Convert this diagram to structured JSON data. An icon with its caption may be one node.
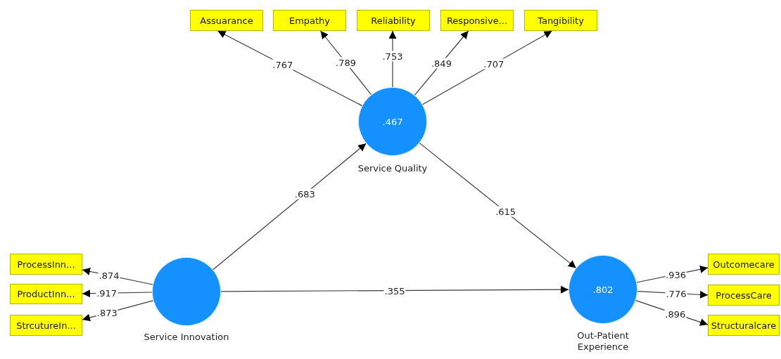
{
  "diagram": {
    "nodes": [
      {
        "text": [
          "Assuarance"
        ]
      },
      {
        "text": [
          "Empathy"
        ]
      },
      {
        "text": [
          "Reliability"
        ]
      },
      {
        "text": [
          "Responsive..."
        ]
      },
      {
        "text": [
          "Tangibility"
        ]
      },
      {
        "text": [
          ".467"
        ],
        "beside": [
          "Service Quality"
        ]
      },
      {
        "text": [
          "ProcessInn..."
        ]
      },
      {
        "text": [
          "ProductInn..."
        ]
      },
      {
        "text": [
          "StrcutureIn..."
        ]
      },
      {
        "text": [],
        "shape": "circle",
        "beside": [
          "Service Innovation"
        ]
      },
      {
        "text": [
          ".802"
        ],
        "beside": [
          "Out-Patient Experience"
        ]
      },
      {
        "text": [
          "Outcomecare"
        ]
      },
      {
        "text": [
          "ProcessCare"
        ]
      },
      {
        "text": [
          "Structuralcare"
        ]
      }
    ],
    "edges": [
      {
        "from": 5,
        "to": 0,
        "arrow": "to",
        "label": ".767"
      },
      {
        "from": 5,
        "to": 1,
        "arrow": "to",
        "label": ".789"
      },
      {
        "from": 5,
        "to": 2,
        "arrow": "to",
        "label": ".753"
      },
      {
        "from": 5,
        "to": 3,
        "arrow": "to",
        "label": ".849"
      },
      {
        "from": 5,
        "to": 4,
        "arrow": "to",
        "label": ".707"
      },
      {
        "from": 9,
        "to": 6,
        "arrow": "to",
        "label": ".874"
      },
      {
        "from": 9,
        "to": 7,
        "arrow": "to",
        "label": ".917"
      },
      {
        "from": 9,
        "to": 8,
        "arrow": "to",
        "label": ".873"
      },
      {
        "from": 9,
        "to": 5,
        "arrow": "to",
        "label": ".683"
      },
      {
        "from": 5,
        "to": 10,
        "arrow": "to",
        "label": ".615"
      },
      {
        "from": 9,
        "to": 10,
        "arrow": "to",
        "label": ".355"
      },
      {
        "from": 10,
        "to": 11,
        "arrow": "to",
        "label": ".936"
      },
      {
        "from": 10,
        "to": 12,
        "arrow": "to",
        "label": ".776"
      },
      {
        "from": 10,
        "to": 13,
        "arrow": "to",
        "label": ".896"
      }
    ]
  }
}
